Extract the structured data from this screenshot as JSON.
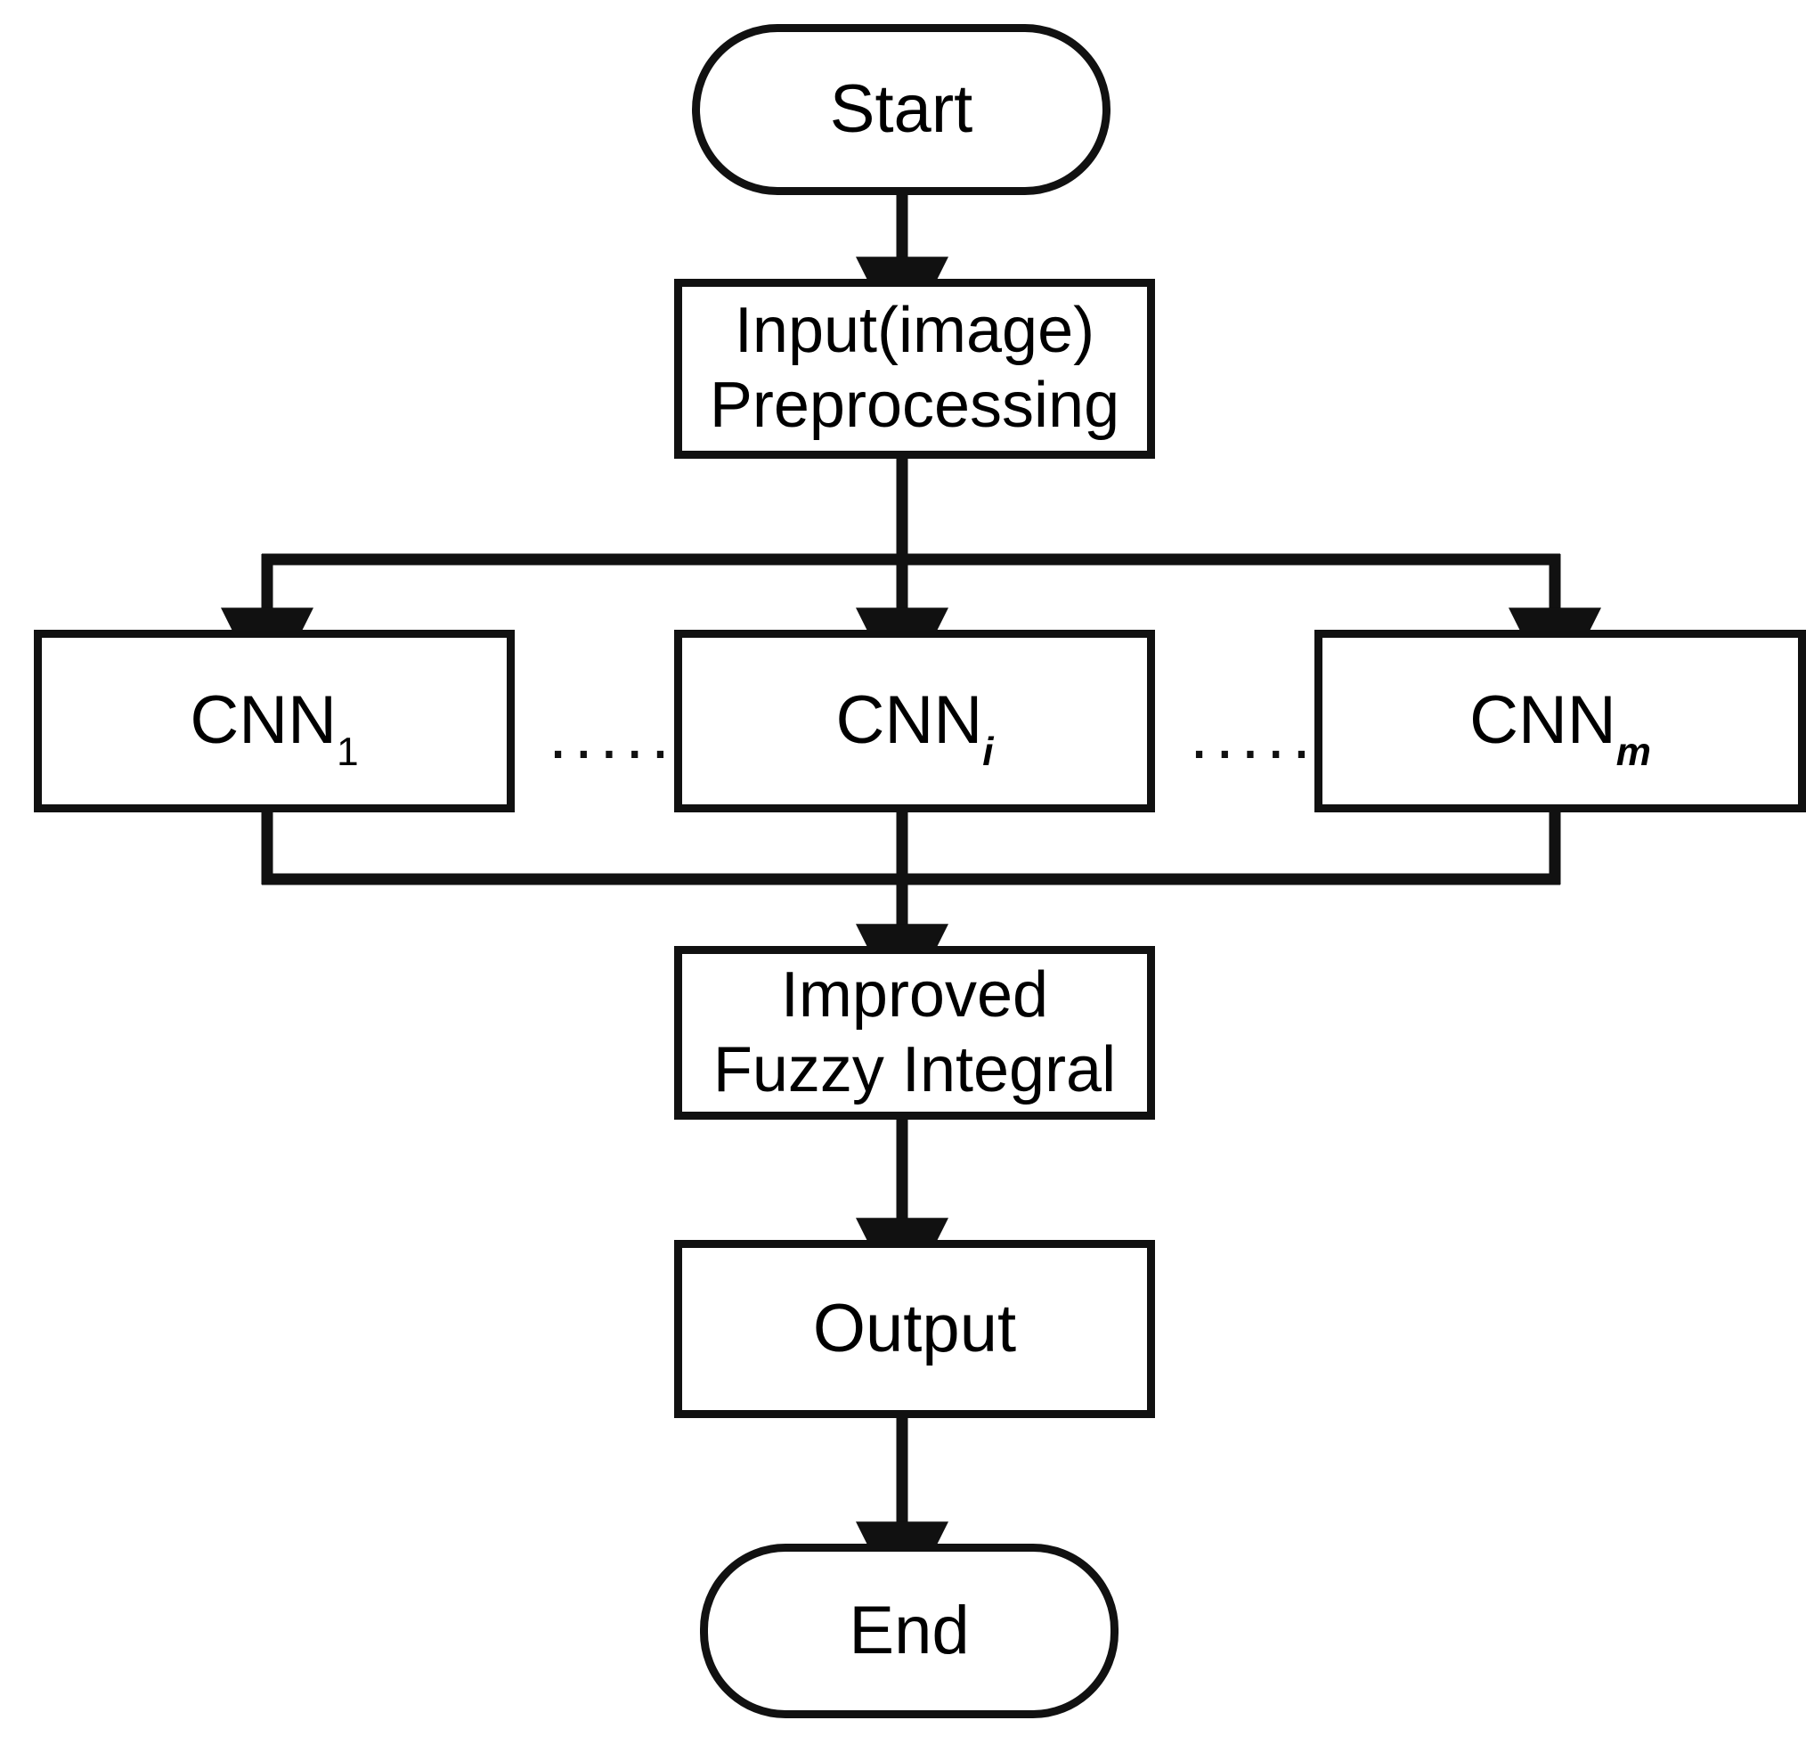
{
  "diagram": {
    "title": "CNN ensemble with improved fuzzy integral flowchart",
    "type": "flowchart",
    "orientation": "top-to-bottom",
    "background_color": "#ffffff",
    "stroke_color": "#111111",
    "fill_color": "#ffffff",
    "nodes": [
      {
        "id": "start",
        "shape": "terminator",
        "label": "Start"
      },
      {
        "id": "input",
        "shape": "process",
        "label": "Input(image)\nPreprocessing"
      },
      {
        "id": "cnn1",
        "shape": "process",
        "label": "CNN",
        "subscript": "1",
        "subscript_style": "upright"
      },
      {
        "id": "cnni",
        "shape": "process",
        "label": "CNN",
        "subscript": "i",
        "subscript_style": "italic"
      },
      {
        "id": "cnnm",
        "shape": "process",
        "label": "CNN",
        "subscript": "m",
        "subscript_style": "bold-italic"
      },
      {
        "id": "fuzzy",
        "shape": "process",
        "label": "Improved\nFuzzy Integral"
      },
      {
        "id": "output",
        "shape": "process",
        "label": "Output"
      },
      {
        "id": "end",
        "shape": "terminator",
        "label": "End"
      }
    ],
    "ellipses": [
      {
        "id": "ellipsis-left",
        "text": "....."
      },
      {
        "id": "ellipsis-right",
        "text": "....."
      }
    ],
    "edges": [
      {
        "from": "start",
        "to": "input",
        "style": "arrow"
      },
      {
        "from": "input",
        "to": "cnn1",
        "style": "fan-out-arrow"
      },
      {
        "from": "input",
        "to": "cnni",
        "style": "fan-out-arrow"
      },
      {
        "from": "input",
        "to": "cnnm",
        "style": "fan-out-arrow"
      },
      {
        "from": "cnn1",
        "to": "fuzzy",
        "style": "fan-in-line"
      },
      {
        "from": "cnni",
        "to": "fuzzy",
        "style": "fan-in-arrow"
      },
      {
        "from": "cnnm",
        "to": "fuzzy",
        "style": "fan-in-line"
      },
      {
        "from": "fuzzy",
        "to": "output",
        "style": "arrow"
      },
      {
        "from": "output",
        "to": "end",
        "style": "arrow"
      }
    ]
  }
}
